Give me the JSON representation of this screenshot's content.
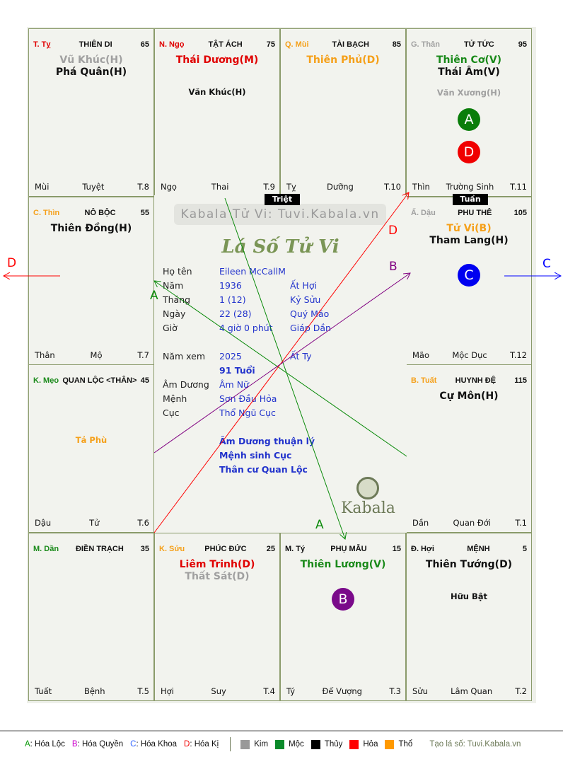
{
  "cells": [
    {
      "canchi": "T. Tỵ",
      "canchi_color": "#e00000",
      "palace": "THIÊN DI",
      "age": "65",
      "stars": [
        {
          "text": "Vũ Khúc(H)",
          "color": "#a0a0a0"
        },
        {
          "text": "Phá Quân(H)",
          "color": "#111111"
        }
      ],
      "minor": [],
      "markers": [],
      "footer": {
        "left": "Mùi",
        "mid": "Tuyệt",
        "right": "T.8"
      }
    },
    {
      "canchi": "N. Ngọ",
      "canchi_color": "#e00000",
      "palace": "TẬT ÁCH",
      "age": "75",
      "stars": [
        {
          "text": "Thái Dương(M)",
          "color": "#e00000"
        }
      ],
      "minor": [
        {
          "text": "Văn Khúc(H)",
          "color": "#111111"
        }
      ],
      "markers": [],
      "footer": {
        "left": "Ngọ",
        "mid": "Thai",
        "right": "T.9"
      }
    },
    {
      "canchi": "Q. Mùi",
      "canchi_color": "#f5a01a",
      "palace": "TÀI BẠCH",
      "age": "85",
      "stars": [
        {
          "text": "Thiên Phủ(D)",
          "color": "#f5a01a"
        }
      ],
      "minor": [],
      "markers": [],
      "footer": {
        "left": "Tỵ",
        "mid": "Dưỡng",
        "right": "T.10"
      }
    },
    {
      "canchi": "G. Thân",
      "canchi_color": "#a0a0a0",
      "palace": "TỬ TỨC",
      "age": "95",
      "stars": [
        {
          "text": "Thiên Cơ(V)",
          "color": "#1a8a1a"
        },
        {
          "text": "Thái Âm(V)",
          "color": "#111111"
        }
      ],
      "minor": [
        {
          "text": "Văn Xương(H)",
          "color": "#a0a0a0"
        }
      ],
      "markers": [
        {
          "letter": "A",
          "color": "#0a7d0a"
        },
        {
          "letter": "D",
          "color": "#f00000"
        }
      ],
      "footer": {
        "left": "Thìn",
        "mid": "Trường Sinh",
        "right": "T.11"
      }
    },
    {
      "canchi": "C. Thìn",
      "canchi_color": "#f5a01a",
      "palace": "NÔ BỘC",
      "age": "55",
      "stars": [
        {
          "text": "Thiên Đồng(H)",
          "color": "#111111"
        }
      ],
      "minor": [],
      "markers": [],
      "footer": {
        "left": "Thân",
        "mid": "Mộ",
        "right": "T.7"
      }
    },
    {
      "canchi": "Ấ. Dậu",
      "canchi_color": "#a0a0a0",
      "palace": "PHU THÊ",
      "age": "105",
      "stars": [
        {
          "text": "Tử Vi(B)",
          "color": "#f5a01a"
        },
        {
          "text": "Tham Lang(H)",
          "color": "#111111"
        }
      ],
      "minor": [],
      "markers": [
        {
          "letter": "C",
          "color": "#0000f0"
        }
      ],
      "footer": {
        "left": "Mão",
        "mid": "Mộc Dục",
        "right": "T.12"
      }
    },
    {
      "canchi": "K. Mẹo",
      "canchi_color": "#1a8a1a",
      "palace": "QUAN LỘC <THÂN>",
      "age": "45",
      "stars": [],
      "minor": [
        {
          "text": "Tả Phù",
          "color": "#f5a01a"
        }
      ],
      "markers": [],
      "footer": {
        "left": "Dậu",
        "mid": "Tử",
        "right": "T.6"
      }
    },
    {
      "canchi": "B. Tuất",
      "canchi_color": "#f5a01a",
      "palace": "HUYNH ĐỆ",
      "age": "115",
      "stars": [
        {
          "text": "Cự Môn(H)",
          "color": "#111111"
        }
      ],
      "minor": [],
      "markers": [],
      "footer": {
        "left": "Dần",
        "mid": "Quan Đới",
        "right": "T.1"
      }
    },
    {
      "canchi": "M. Dần",
      "canchi_color": "#1a8a1a",
      "palace": "ĐIỀN TRẠCH",
      "age": "35",
      "stars": [],
      "minor": [],
      "markers": [],
      "footer": {
        "left": "Tuất",
        "mid": "Bệnh",
        "right": "T.5"
      }
    },
    {
      "canchi": "K. Sửu",
      "canchi_color": "#f5a01a",
      "palace": "PHÚC ĐỨC",
      "age": "25",
      "stars": [
        {
          "text": "Liêm Trinh(D)",
          "color": "#e00000"
        },
        {
          "text": "Thất Sát(D)",
          "color": "#a0a0a0"
        }
      ],
      "minor": [],
      "markers": [],
      "footer": {
        "left": "Hợi",
        "mid": "Suy",
        "right": "T.4"
      }
    },
    {
      "canchi": "M. Tý",
      "canchi_color": "#111111",
      "palace": "PHỤ MẪU",
      "age": "15",
      "stars": [
        {
          "text": "Thiên Lương(V)",
          "color": "#1a8a1a"
        }
      ],
      "minor": [],
      "markers": [
        {
          "letter": "B",
          "color": "#7a0a8a"
        }
      ],
      "footer": {
        "left": "Tý",
        "mid": "Đế Vượng",
        "right": "T.3"
      }
    },
    {
      "canchi": "Đ. Hợi",
      "canchi_color": "#111111",
      "palace": "MỆNH",
      "age": "5",
      "stars": [
        {
          "text": "Thiên Tướng(D)",
          "color": "#111111"
        }
      ],
      "minor": [
        {
          "text": "Hữu Bật",
          "color": "#111111"
        }
      ],
      "markers": [],
      "footer": {
        "left": "Sửu",
        "mid": "Lâm Quan",
        "right": "T.2"
      }
    }
  ],
  "badges": {
    "triet": "Triệt",
    "tuan": "Tuần"
  },
  "center": {
    "watermark": "Kabala Tử Vi: Tuvi.Kabala.vn",
    "title": "Lá Số Tử Vi",
    "rows": [
      {
        "k": "Họ tên",
        "v": "Eileen McCallM",
        "v2": ""
      },
      {
        "k": "Năm",
        "v": "1936",
        "v2": "Ất Hợi"
      },
      {
        "k": "Tháng",
        "v": "1  (12)",
        "v2": "Kỷ Sửu"
      },
      {
        "k": "Ngày",
        "v": "22  (28)",
        "v2": "Quý Mão"
      },
      {
        "k": "Giờ",
        "v": "4 giờ 0 phút",
        "v2": "Giáp Dần"
      },
      {
        "k": "Năm xem",
        "v": "2025",
        "v2": "Ất Ty"
      },
      {
        "k": "",
        "v": "91 Tuổi",
        "v2": ""
      },
      {
        "k": "Âm Dương",
        "v": "Âm Nữ",
        "v2": ""
      },
      {
        "k": "Mệnh",
        "v": "Sơn Đầu Hỏa",
        "v2": ""
      },
      {
        "k": "Cục",
        "v": "Thổ Ngũ Cục",
        "v2": ""
      }
    ],
    "notes": [
      "Âm Dương thuận lý",
      "Mệnh sinh Cục",
      "Thân cư Quan Lộc"
    ],
    "logo_text": "Kabala"
  },
  "arrow_labels": {
    "a1": "A",
    "a2": "A",
    "b": "B",
    "c": "C",
    "d1": "D",
    "d2": "D"
  },
  "legend": {
    "hoa": [
      {
        "k": "A",
        "t": ": Hóa Lộc",
        "c": "#0a9a0a"
      },
      {
        "k": "B",
        "t": ": Hóa Quyền",
        "c": "#cc00cc"
      },
      {
        "k": "C",
        "t": ": Hóa Khoa",
        "c": "#3366ff"
      },
      {
        "k": "D",
        "t": ": Hóa Kị",
        "c": "#f00000"
      }
    ],
    "elements": [
      {
        "t": "Kim",
        "c": "#999999"
      },
      {
        "t": "Mộc",
        "c": "#0a8a2a"
      },
      {
        "t": "Thủy",
        "c": "#000000"
      },
      {
        "t": "Hỏa",
        "c": "#ff0000"
      },
      {
        "t": "Thổ",
        "c": "#ff9900"
      }
    ],
    "credit": "Tạo lá số: Tuvi.Kabala.vn"
  }
}
